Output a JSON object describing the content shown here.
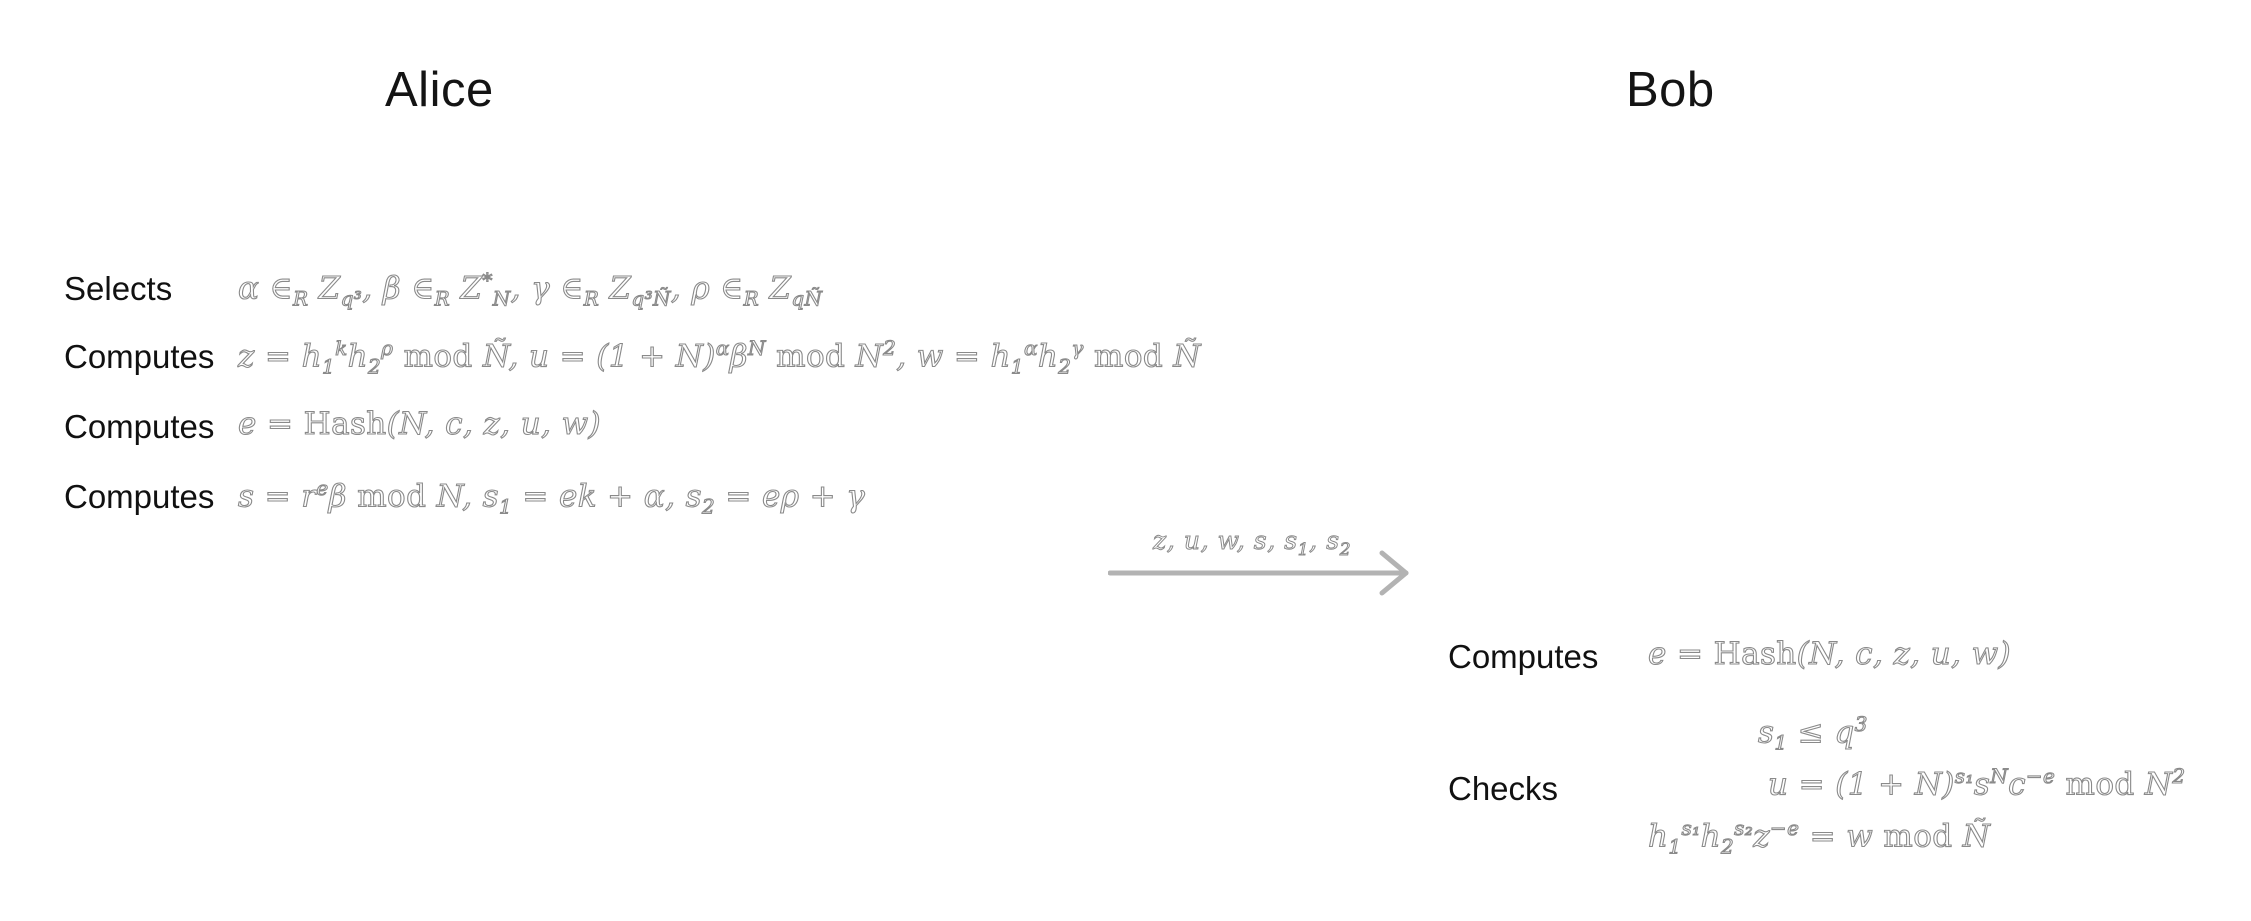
{
  "parties": {
    "left": "Alice",
    "right": "Bob"
  },
  "alice_steps": [
    {
      "label": "Selects",
      "expr": "α ∈R Zq³, β ∈R Z*N, γ ∈R Zq³Ñ, ρ ∈R ZqÑ"
    },
    {
      "label": "Computes",
      "expr": "z = h1^k h2^ρ mod Ñ, u = (1 + N)^α β^N mod N², w = h1^α h2^γ mod Ñ"
    },
    {
      "label": "Computes",
      "expr": "e = Hash(N, c, z, u, w)"
    },
    {
      "label": "Computes",
      "expr": "s = r^e β mod N, s1 = ek + α, s2 = eρ + γ"
    }
  ],
  "message": {
    "label": "z, u, w, s, s1, s2",
    "direction": "alice-to-bob"
  },
  "bob_steps": [
    {
      "label": "Computes",
      "expr": "e = Hash(N, c, z, u, w)"
    },
    {
      "label": "Checks",
      "checks": [
        "s1 ≤ q³",
        "u = (1 + N)^s1 s^N c^−e mod N²",
        "h1^s1 h2^s2 z^−e = w mod Ñ"
      ]
    }
  ],
  "colors": {
    "text": "#111111",
    "math_outline": "#8a8a8a",
    "arrow": "#b3b3b3"
  }
}
